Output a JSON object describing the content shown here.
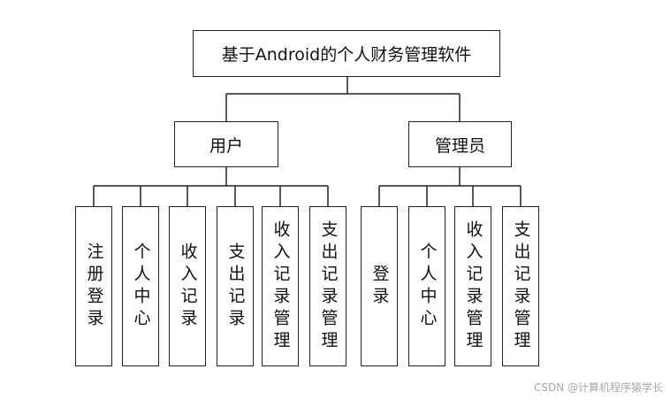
{
  "root": {
    "label": "基于Android的个人财务管理软件"
  },
  "groups": [
    {
      "label": "用户",
      "children": [
        "注册登录",
        "个人中心",
        "收入记录",
        "支出记录",
        "收入记录管理",
        "支出记录管理"
      ]
    },
    {
      "label": "管理员",
      "children": [
        "登录",
        "个人中心",
        "收入记录管理",
        "支出记录管理"
      ]
    }
  ],
  "watermark": "CSDN @计算机程序猿学长"
}
